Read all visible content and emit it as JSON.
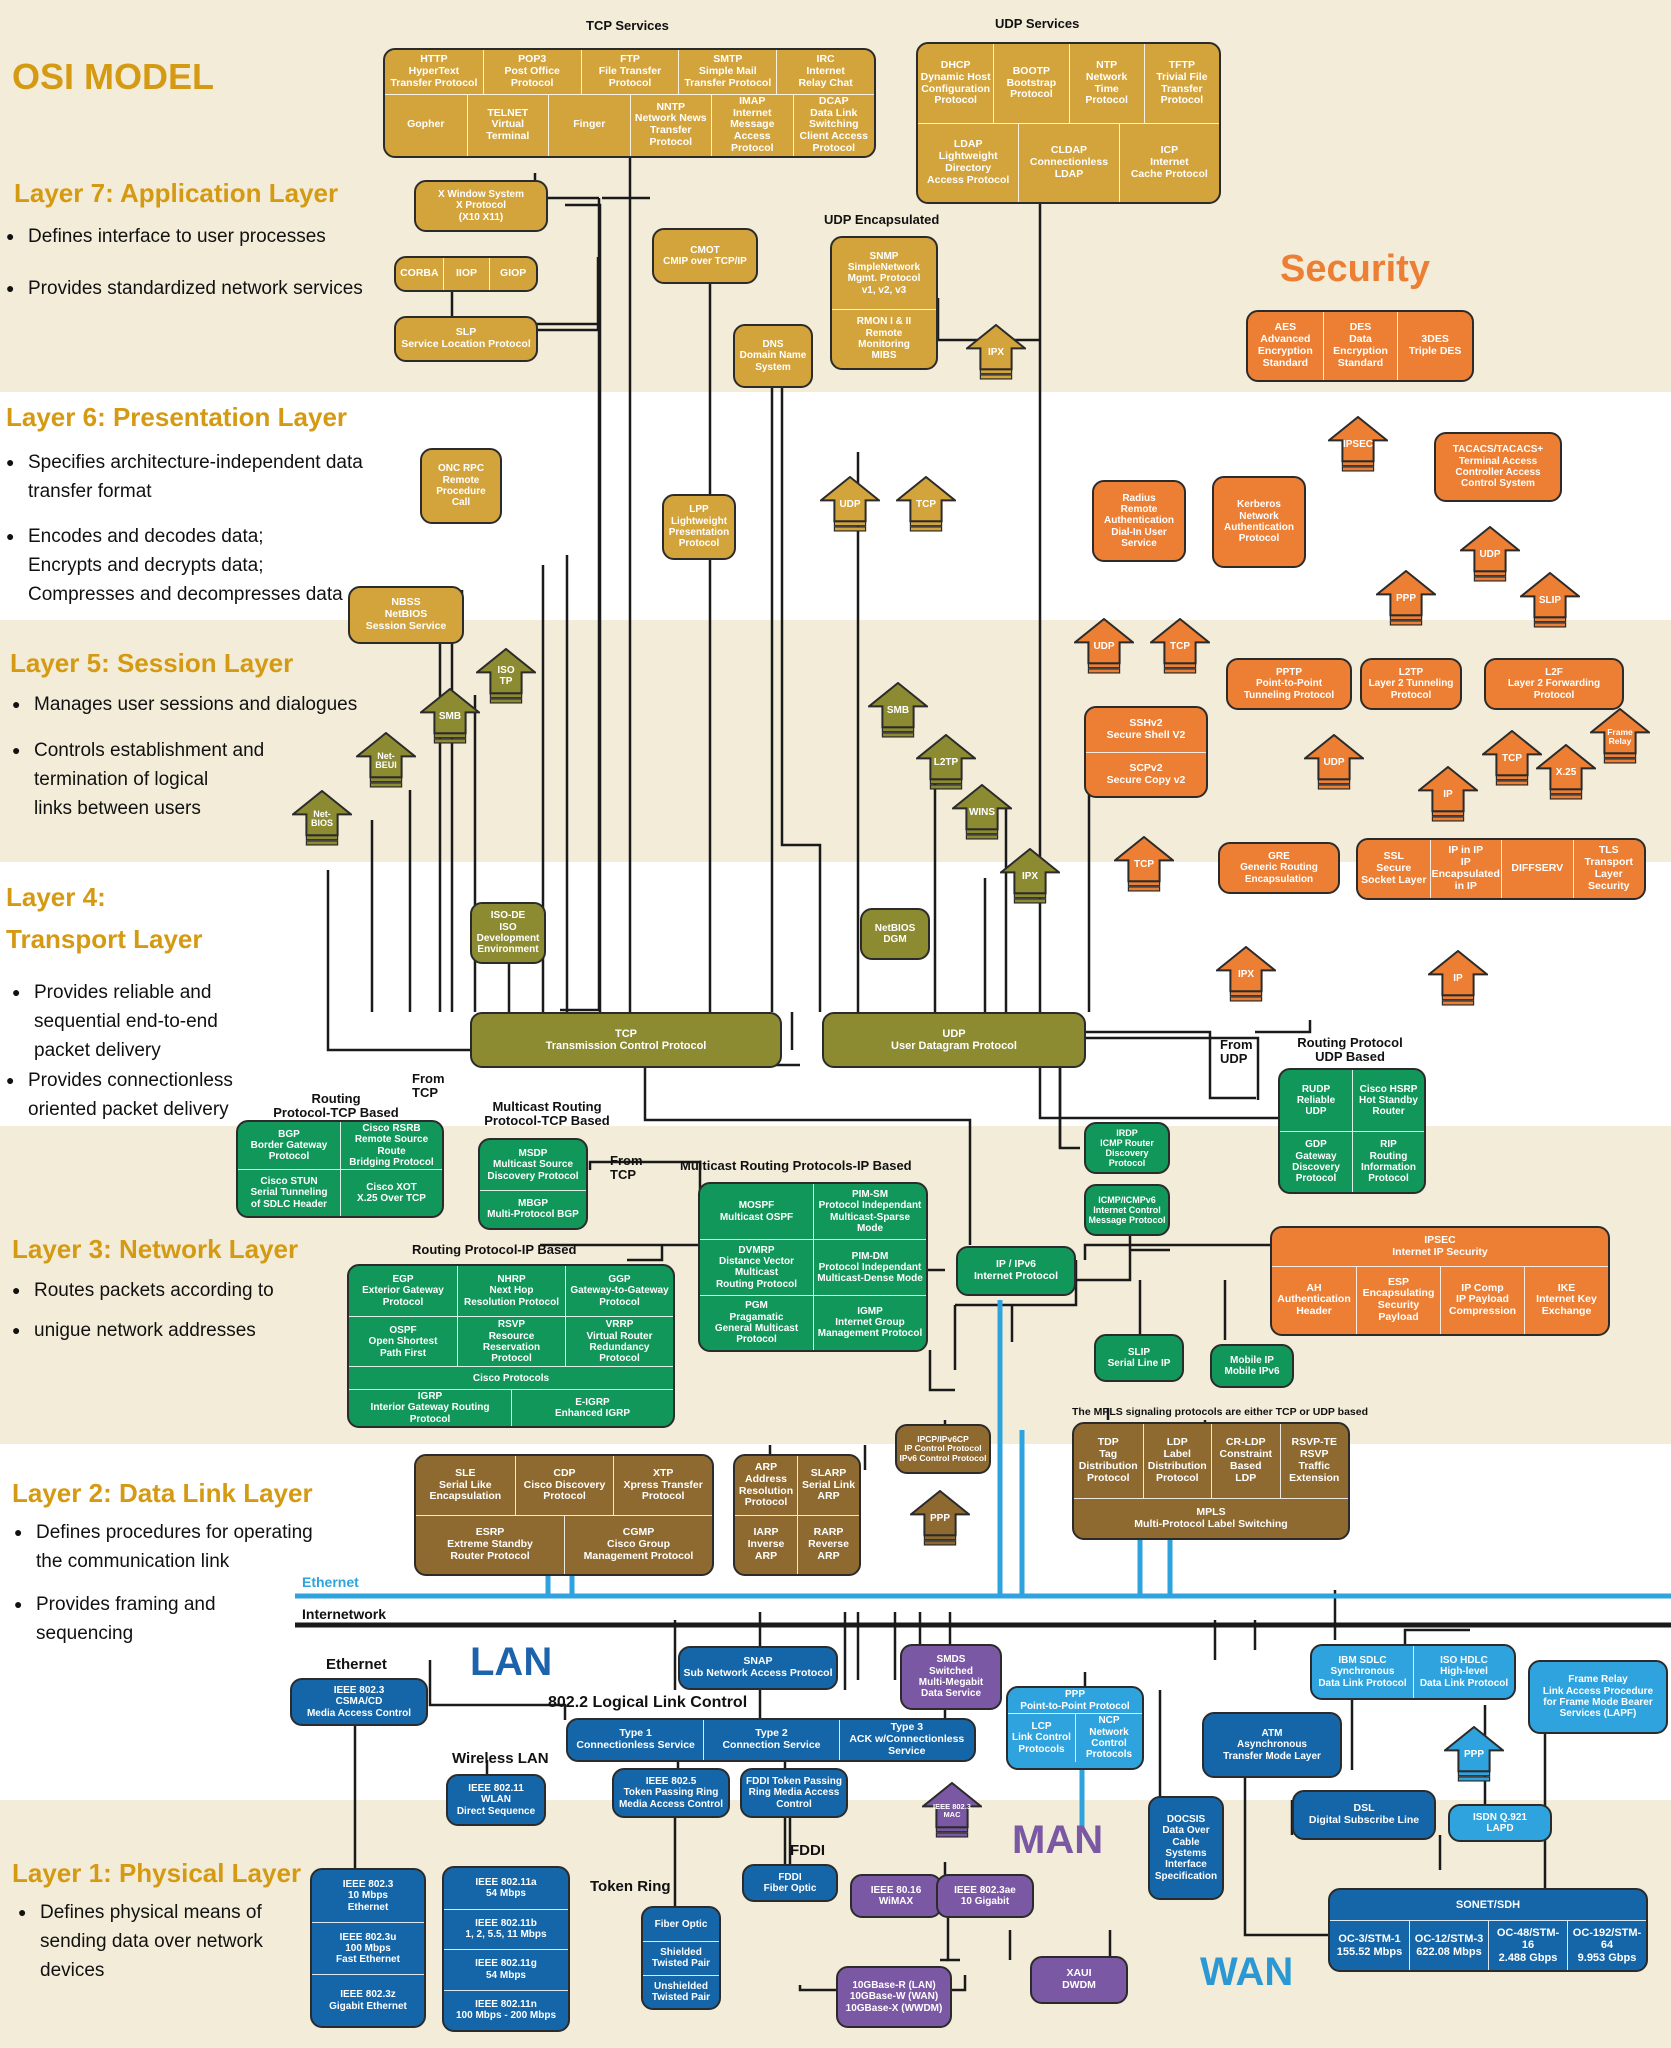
{
  "colors": {
    "tan": "#d4a43c",
    "orange": "#ec7f34",
    "olive": "#8d8b32",
    "green": "#11975a",
    "brown": "#8e6a30",
    "blue": "#1466a9",
    "purple": "#7b58a3",
    "cyan": "#2fa3de",
    "gold_text": "#d59a13",
    "blue_text": "#1d63ab",
    "purple_text": "#7b58a3",
    "wan_text": "#2b98d3",
    "band_beige": "#f3ecd9"
  },
  "layers": [
    {
      "title": "OSI MODEL",
      "bullets": []
    },
    {
      "title": "Layer 7: Application Layer",
      "bullets": [
        "Defines interface to user processes",
        "Provides standardized network services"
      ]
    },
    {
      "title": "Layer 6: Presentation Layer",
      "bullets": [
        "Specifies architecture-independent data\ntransfer format",
        "Encodes and decodes data;\nEncrypts and decrypts data;\nCompresses and decompresses data"
      ]
    },
    {
      "title": "Layer 5: Session Layer",
      "bullets": [
        "Manages user sessions and dialogues",
        "Controls establishment and\ntermination of logical\nlinks between users"
      ]
    },
    {
      "title": "Layer 4:\nTransport Layer",
      "bullets": [
        "Provides reliable and\nsequential end-to-end\npacket delivery",
        "Provides connectionless\noriented packet delivery"
      ]
    },
    {
      "title": "Layer 3: Network Layer",
      "bullets": [
        "Routes packets according to",
        "unigue network addresses"
      ]
    },
    {
      "title": "Layer 2: Data Link Layer",
      "bullets": [
        "Defines procedures for operating\nthe communication link",
        "Provides framing and\nsequencing"
      ]
    },
    {
      "title": "Layer 1: Physical Layer",
      "bullets": [
        "Defines physical means of\nsending data over network\ndevices"
      ]
    }
  ],
  "labels": [
    {
      "id": "tcp_services",
      "text": "TCP Services"
    },
    {
      "id": "udp_services",
      "text": "UDP Services"
    },
    {
      "id": "udp_encapsulated",
      "text": "UDP Encapsulated"
    },
    {
      "id": "security",
      "text": "Security"
    },
    {
      "id": "from_tcp_1",
      "text": "From\nTCP"
    },
    {
      "id": "from_tcp_2",
      "text": "From\nTCP"
    },
    {
      "id": "from_udp",
      "text": "From\nUDP"
    },
    {
      "id": "routing_tcp",
      "text": "Routing\nProtocol-TCP Based"
    },
    {
      "id": "mcast_tcp",
      "text": "Multicast Routing\nProtocol-TCP Based"
    },
    {
      "id": "routing_udp",
      "text": "Routing Protocol\nUDP Based"
    },
    {
      "id": "mcast_ip",
      "text": "Multicast Routing Protocols-IP Based"
    },
    {
      "id": "routing_ip",
      "text": "Routing Protocol-IP Based"
    },
    {
      "id": "mpls_note",
      "text": "The MPLS signaling protocols are either TCP or UDP based"
    },
    {
      "id": "ethernet_line",
      "text": "Ethernet"
    },
    {
      "id": "internetwork",
      "text": "Internetwork"
    },
    {
      "id": "lan",
      "text": "LAN"
    },
    {
      "id": "ethernet_hdr",
      "text": "Ethernet"
    },
    {
      "id": "llc_hdr",
      "text": "802.2 Logical Link Control"
    },
    {
      "id": "wireless_lan",
      "text": "Wireless LAN"
    },
    {
      "id": "token_ring",
      "text": "Token Ring"
    },
    {
      "id": "fddi",
      "text": "FDDI"
    },
    {
      "id": "man",
      "text": "MAN"
    },
    {
      "id": "wan",
      "text": "WAN"
    }
  ],
  "boxes": [
    {
      "id": "tcp_services_box",
      "rows": [
        [
          "HTTP\nHyperText\nTransfer Protocol",
          "POP3\nPost Office\nProtocol",
          "FTP\nFile Transfer\nProtocol",
          "SMTP\nSimple Mail\nTransfer Protocol",
          "IRC\nInternet\nRelay Chat"
        ],
        [
          "Gopher",
          "TELNET\nVirtual\nTerminal",
          "Finger",
          "NNTP\nNetwork News\nTransfer Protocol",
          "IMAP\nInternet Message\nAccess Protocol",
          "DCAP\nData Link Switching\nClient Access Protocol"
        ]
      ]
    },
    {
      "id": "udp_services_box",
      "rows": [
        [
          "DHCP\nDynamic Host\nConfiguration\nProtocol",
          "BOOTP\nBootstrap\nProtocol",
          "NTP\nNetwork\nTime\nProtocol",
          "TFTP\nTrivial File\nTransfer\nProtocol"
        ],
        [
          "LDAP\nLightweight\nDirectory\nAccess Protocol",
          "CLDAP\nConnectionless\nLDAP",
          "ICP\nInternet\nCache Protocol"
        ]
      ]
    },
    {
      "id": "xwindow",
      "rows": [
        [
          "X Window System\nX Protocol\n(X10  X11)"
        ]
      ]
    },
    {
      "id": "corba",
      "rows": [
        [
          "CORBA",
          "IIOP",
          "GIOP"
        ]
      ]
    },
    {
      "id": "slp",
      "rows": [
        [
          "SLP\nService  Location Protocol"
        ]
      ]
    },
    {
      "id": "cmot",
      "rows": [
        [
          "CMOT\nCMIP over TCP/IP"
        ]
      ]
    },
    {
      "id": "dns",
      "rows": [
        [
          "DNS\nDomain Name\nSystem"
        ]
      ]
    },
    {
      "id": "snmp",
      "rows": [
        [
          "SNMP\nSimpleNetwork\nMgmt. Protocol\nv1, v2, v3"
        ],
        [
          "RMON I & II\nRemote\nMonitoring\nMIBS"
        ]
      ]
    },
    {
      "id": "onc_rpc",
      "rows": [
        [
          "ONC RPC\nRemote\nProcedure\nCall"
        ]
      ]
    },
    {
      "id": "lpp",
      "rows": [
        [
          "LPP\nLightweight\nPresentation\nProtocol"
        ]
      ]
    },
    {
      "id": "nbss",
      "rows": [
        [
          "NBSS\nNetBIOS\nSession Service"
        ]
      ]
    },
    {
      "id": "iso_de",
      "rows": [
        [
          "ISO-DE\nISO\nDevelopment\nEnvironment"
        ]
      ]
    },
    {
      "id": "netbios_dgm",
      "rows": [
        [
          "NetBIOS\nDGM"
        ]
      ]
    },
    {
      "id": "tcp_box",
      "rows": [
        [
          "TCP\nTransmission Control Protocol"
        ]
      ]
    },
    {
      "id": "udp_box",
      "rows": [
        [
          "UDP\nUser Datagram Protocol"
        ]
      ]
    },
    {
      "id": "crypto",
      "rows": [
        [
          "AES\nAdvanced\nEncryption\nStandard",
          "DES\nData\nEncryption\nStandard",
          "3DES\nTriple DES"
        ]
      ]
    },
    {
      "id": "tacacs",
      "rows": [
        [
          "TACACS/TACACS+\nTerminal Access\nController Access\nControl System"
        ]
      ]
    },
    {
      "id": "radius",
      "rows": [
        [
          "Radius\nRemote\nAuthentication\nDial-In User\nService"
        ]
      ]
    },
    {
      "id": "kerberos",
      "rows": [
        [
          "Kerberos\nNetwork\nAuthentication\nProtocol"
        ]
      ]
    },
    {
      "id": "pptp",
      "rows": [
        [
          "PPTP\nPoint-to-Point\nTunneling Protocol"
        ]
      ]
    },
    {
      "id": "l2tp",
      "rows": [
        [
          "L2TP\nLayer 2 Tunneling\nProtocol"
        ]
      ]
    },
    {
      "id": "l2f",
      "rows": [
        [
          "L2F\nLayer 2 Forwarding\nProtocol"
        ]
      ]
    },
    {
      "id": "ssh",
      "rows": [
        [
          "SSHv2\nSecure Shell V2"
        ],
        [
          "SCPv2\nSecure Copy v2"
        ]
      ]
    },
    {
      "id": "gre",
      "rows": [
        [
          "GRE\nGeneric Routing\nEncapsulation"
        ]
      ]
    },
    {
      "id": "ssl_group",
      "rows": [
        [
          "SSL\nSecure\nSocket Layer",
          "IP in IP\nIP Encapsulated\nin IP",
          "DIFFSERV",
          "TLS\nTransport\nLayer\nSecurity"
        ]
      ]
    },
    {
      "id": "routing_tcp_box",
      "rows": [
        [
          "BGP\nBorder Gateway\nProtocol",
          "Cisco RSRB\nRemote Source Route\nBridging Protocol"
        ],
        [
          "Cisco STUN\nSerial Tunneling\nof SDLC Header",
          "Cisco XOT\nX.25 Over TCP"
        ]
      ]
    },
    {
      "id": "mcast_tcp_box",
      "rows": [
        [
          "MSDP\nMulticast Source\nDiscovery Protocol"
        ],
        [
          "MBGP\nMulti-Protocol BGP"
        ]
      ]
    },
    {
      "id": "routing_udp_box",
      "rows": [
        [
          "RUDP\nReliable\nUDP",
          "Cisco HSRP\nHot Standby\nRouter"
        ],
        [
          "GDP\nGateway\nDiscovery\nProtocol",
          "RIP\nRouting\nInformation\nProtocol"
        ]
      ]
    },
    {
      "id": "irdp",
      "rows": [
        [
          "IRDP\nICMP Router\nDiscovery Protocol"
        ]
      ]
    },
    {
      "id": "icmp",
      "rows": [
        [
          "ICMP/ICMPv6\nInternet Control\nMessage Protocol"
        ]
      ]
    },
    {
      "id": "mcast_ip_box",
      "rows": [
        [
          "MOSPF\nMulticast OSPF",
          "PIM-SM\nProtocol Independant\nMulticast-Sparse Mode"
        ],
        [
          "DVMRP\nDistance Vector\nMulticast\nRouting Protocol",
          "PIM-DM\nProtocol Independant\nMulticast-Dense Mode"
        ],
        [
          "PGM\nPragamatic\nGeneral Multicast\nProtocol",
          "IGMP\nInternet Group\nManagement Protocol"
        ]
      ]
    },
    {
      "id": "ip_box",
      "rows": [
        [
          "IP / IPv6\nInternet Protocol"
        ]
      ]
    },
    {
      "id": "ipsec_box",
      "rows": [
        [
          "IPSEC\nInternet IP Security"
        ],
        [
          "AH\nAuthentication\nHeader",
          "ESP\nEncapsulating\nSecurity\nPayload",
          "IP Comp\nIP Payload\nCompression",
          "IKE\nInternet Key\nExchange"
        ]
      ]
    },
    {
      "id": "routing_ip_box",
      "rows": [
        [
          "EGP\nExterior Gateway\nProtocol",
          "NHRP\nNext Hop\nResolution Protocol",
          "GGP\nGateway-to-Gateway\nProtocol"
        ],
        [
          "OSPF\nOpen Shortest\nPath First",
          "RSVP\nResource Reservation\nProtocol",
          "VRRP\nVirtual Router\nRedundancy Protocol"
        ],
        [
          "Cisco Protocols"
        ],
        [
          "IGRP\nInterior Gateway Routing Protocol",
          "E-IGRP\nEnhanced IGRP"
        ]
      ]
    },
    {
      "id": "slip_box",
      "rows": [
        [
          "SLIP\nSerial Line IP"
        ]
      ]
    },
    {
      "id": "mobile_ip",
      "rows": [
        [
          "Mobile IP\nMobile IPv6"
        ]
      ]
    },
    {
      "id": "ipcp",
      "rows": [
        [
          "IPCP/IPv6CP\nIP Control Protocol\nIPv6 Control Protocol"
        ]
      ]
    },
    {
      "id": "mpls_box",
      "rows": [
        [
          "TDP\nTag\nDistribution\nProtocol",
          "LDP\nLabel\nDistribution\nProtocol",
          "CR-LDP\nConstraint\nBased\nLDP",
          "RSVP-TE\nRSVP\nTraffic\nExtension"
        ],
        [
          "MPLS\nMulti-Protocol Label Switching"
        ]
      ]
    },
    {
      "id": "dl_cisco",
      "rows": [
        [
          "SLE\nSerial Like\nEncapsulation",
          "CDP\nCisco Discovery\nProtocol",
          "XTP\nXpress Transfer\nProtocol"
        ],
        [
          "ESRP\nExtreme Standby\nRouter Protocol",
          "CGMP\nCisco Group\nManagement Protocol"
        ]
      ]
    },
    {
      "id": "arp_box",
      "rows": [
        [
          "ARP\nAddress\nResolution\nProtocol",
          "SLARP\nSerial Link\nARP"
        ],
        [
          "IARP\nInverse\nARP",
          "RARP\nReverse\nARP"
        ]
      ]
    },
    {
      "id": "snap",
      "rows": [
        [
          "SNAP\nSub Network Access Protocol"
        ]
      ]
    },
    {
      "id": "smds",
      "rows": [
        [
          "SMDS\nSwitched\nMulti-Megabit\nData Service"
        ]
      ]
    },
    {
      "id": "ppp_box",
      "rows": [
        [
          "PPP\nPoint-to-Point Protocol"
        ],
        [
          "LCP\nLink Control\nProtocols",
          "NCP\nNetwork Control\nProtocols"
        ]
      ]
    },
    {
      "id": "sdlc",
      "rows": [
        [
          "IBM SDLC\nSynchronous\nData Link Protocol",
          "ISO HDLC\nHigh-level\nData Link Protocol"
        ]
      ]
    },
    {
      "id": "frame_relay",
      "rows": [
        [
          "Frame Relay\nLink Access Procedure\nfor Frame Mode Bearer\nServices (LAPF)"
        ]
      ]
    },
    {
      "id": "ieee8023",
      "rows": [
        [
          "IEEE 802.3\nCSMA/CD\nMedia Access Control"
        ]
      ]
    },
    {
      "id": "llc_box",
      "rows": [
        [
          "Type 1\nConnectionless Service",
          "Type 2\nConnection Service",
          "Type 3\nACK w/Connectionless Service"
        ]
      ]
    },
    {
      "id": "atm",
      "rows": [
        [
          "ATM\nAsynchronous\nTransfer Mode Layer"
        ]
      ]
    },
    {
      "id": "isdn",
      "rows": [
        [
          "ISDN Q.921\nLAPD"
        ]
      ]
    },
    {
      "id": "dsl",
      "rows": [
        [
          "DSL\nDigital Subscribe Line"
        ]
      ]
    },
    {
      "id": "wlan",
      "rows": [
        [
          "IEEE 802.11\nWLAN\nDirect Sequence"
        ]
      ]
    },
    {
      "id": "tokenring",
      "rows": [
        [
          "IEEE 802.5\nToken Passing Ring\nMedia Access Control"
        ]
      ]
    },
    {
      "id": "fddi_tp",
      "rows": [
        [
          "FDDI Token Passing\nRing Media Access\nControl"
        ]
      ]
    },
    {
      "id": "docsis",
      "rows": [
        [
          "DOCSIS\nData Over\nCable\nSystems\nInterface\nSpecification"
        ]
      ]
    },
    {
      "id": "ethernet_phys",
      "rows": [
        [
          "IEEE 802.3\n10 Mbps\nEthernet"
        ],
        [
          "IEEE 802.3u\n100 Mbps\nFast Ethernet"
        ],
        [
          "IEEE 802.3z\nGigabit Ethernet"
        ]
      ]
    },
    {
      "id": "wifi_phys",
      "rows": [
        [
          "IEEE 802.11a\n54 Mbps"
        ],
        [
          "IEEE 802.11b\n1, 2, 5.5, 11 Mbps"
        ],
        [
          "IEEE 802.11g\n54 Mbps"
        ],
        [
          "IEEE 802.11n\n100 Mbps - 200 Mbps"
        ]
      ]
    },
    {
      "id": "fiber_phys",
      "rows": [
        [
          "Fiber Optic"
        ],
        [
          "Shielded\nTwisted Pair"
        ],
        [
          "Unshielded\nTwisted Pair"
        ]
      ]
    },
    {
      "id": "fddi_fiber",
      "rows": [
        [
          "FDDI\nFiber Optic"
        ]
      ]
    },
    {
      "id": "wimax",
      "rows": [
        [
          "IEEE 80.16\nWiMAX"
        ]
      ]
    },
    {
      "id": "ieee8023ae",
      "rows": [
        [
          "IEEE 802.3ae\n10 Gigabit"
        ]
      ]
    },
    {
      "id": "tenGbase",
      "rows": [
        [
          "10GBase-R (LAN)\n10GBase-W (WAN)\n10GBase-X (WWDM)"
        ]
      ]
    },
    {
      "id": "xaui",
      "rows": [
        [
          "XAUI\nDWDM"
        ]
      ]
    },
    {
      "id": "sonet",
      "rows": [
        [
          "SONET/SDH"
        ],
        [
          "OC-3/STM-1\n155.52  Mbps",
          "OC-12/STM-3\n622.08  Mbps",
          "OC-48/STM-16\n2.488  Gbps",
          "OC-192/STM-64\n9.953  Gbps"
        ]
      ]
    }
  ],
  "arrows": [
    {
      "id": "a_ipx_udpenc",
      "label": "IPX"
    },
    {
      "id": "a_udp_l6",
      "label": "UDP"
    },
    {
      "id": "a_tcp_l6",
      "label": "TCP"
    },
    {
      "id": "a_ipsec",
      "label": "IPSEC"
    },
    {
      "id": "a_udp_tacacs",
      "label": "UDP"
    },
    {
      "id": "a_ppp_sec",
      "label": "PPP"
    },
    {
      "id": "a_slip_sec",
      "label": "SLIP"
    },
    {
      "id": "a_udp_radius",
      "label": "UDP"
    },
    {
      "id": "a_tcp_kerb",
      "label": "TCP"
    },
    {
      "id": "a_iso_tp",
      "label": "ISO\nTP"
    },
    {
      "id": "a_smb_l5",
      "label": "SMB"
    },
    {
      "id": "a_netbeui",
      "label": "Net-\nBEUI"
    },
    {
      "id": "a_netbios",
      "label": "Net-\nBIOS"
    },
    {
      "id": "a_smb_l5b",
      "label": "SMB"
    },
    {
      "id": "a_l2tp",
      "label": "L2TP"
    },
    {
      "id": "a_wins",
      "label": "WINS"
    },
    {
      "id": "a_ipx_l4",
      "label": "IPX"
    },
    {
      "id": "a_udp_pptp",
      "label": "UDP"
    },
    {
      "id": "a_tcp_l2f",
      "label": "TCP"
    },
    {
      "id": "a_x25",
      "label": "X.25"
    },
    {
      "id": "a_frame_relay",
      "label": "Frame\nRelay"
    },
    {
      "id": "a_ip_sec",
      "label": "IP"
    },
    {
      "id": "a_tcp_ssh",
      "label": "TCP"
    },
    {
      "id": "a_ipx_gre",
      "label": "IPX"
    },
    {
      "id": "a_ip_ssl",
      "label": "IP"
    },
    {
      "id": "a_ppp_ipcp",
      "label": "PPP"
    },
    {
      "id": "a_ppp_wan",
      "label": "PPP"
    },
    {
      "id": "a_ieee_mac",
      "label": "IEEE 802.3\nMAC"
    }
  ]
}
